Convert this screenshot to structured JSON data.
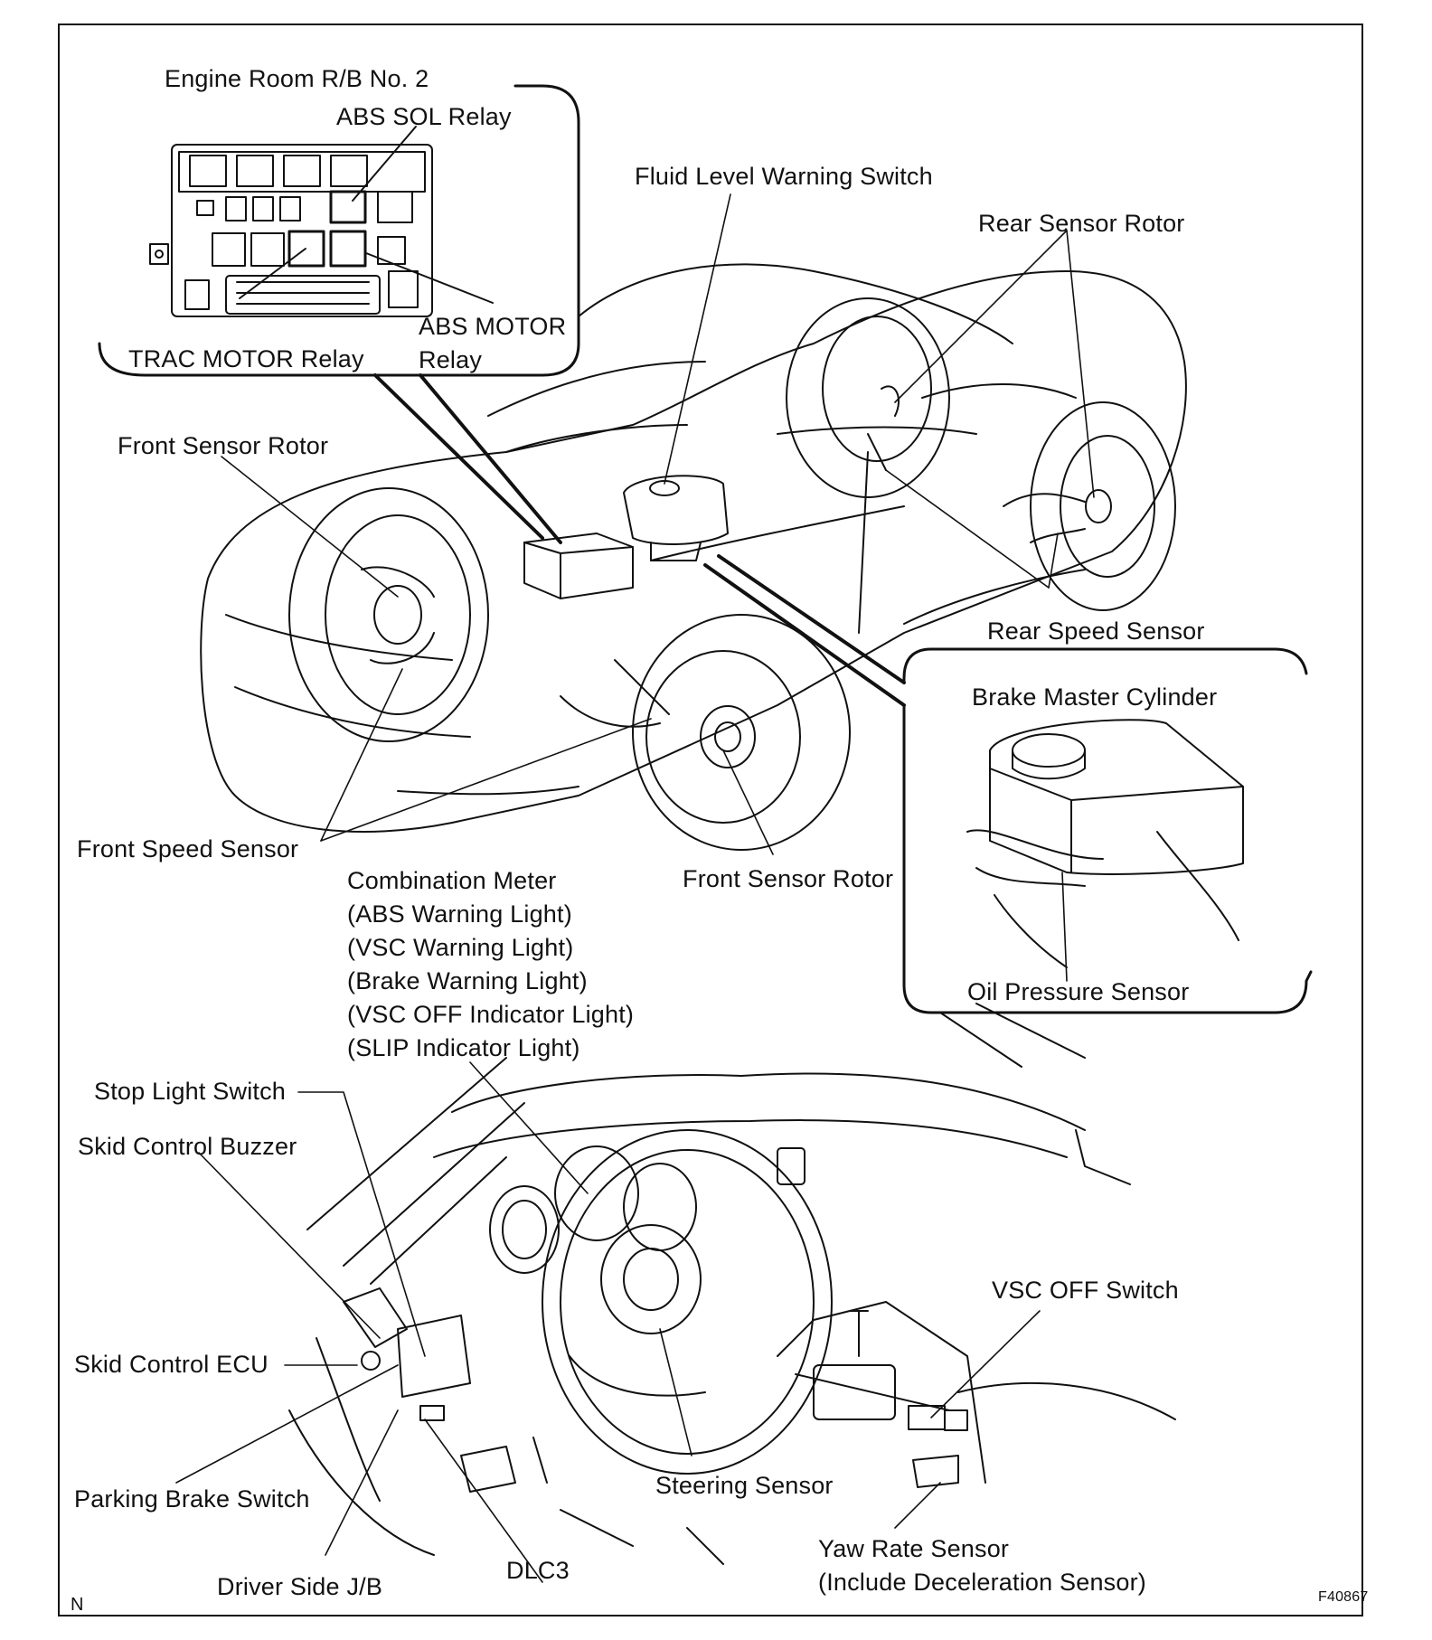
{
  "relay_box": {
    "title": "Engine Room R/B No. 2",
    "abs_sol": "ABS SOL Relay",
    "trac_motor": "TRAC MOTOR Relay",
    "abs_motor_1": "ABS MOTOR",
    "abs_motor_2": "Relay"
  },
  "vehicle": {
    "fluid_level": "Fluid Level Warning Switch",
    "rear_sensor_rotor": "Rear Sensor Rotor",
    "front_sensor_rotor_left": "Front Sensor Rotor",
    "rear_speed_sensor": "Rear Speed Sensor",
    "front_speed_sensor": "Front Speed Sensor",
    "front_sensor_rotor_right": "Front Sensor Rotor"
  },
  "master_cylinder": {
    "title": "Brake Master Cylinder",
    "oil_pressure": "Oil Pressure Sensor"
  },
  "combination_meter": [
    "Combination Meter",
    "(ABS Warning Light)",
    "(VSC Warning Light)",
    "(Brake Warning Light)",
    "(VSC OFF Indicator Light)",
    "(SLIP Indicator Light)"
  ],
  "cabin": {
    "stop_light": "Stop Light Switch",
    "skid_buzzer": "Skid Control Buzzer",
    "skid_ecu": "Skid Control ECU",
    "parking_brake": "Parking Brake Switch",
    "driver_jb": "Driver Side J/B",
    "dlc3": "DLC3",
    "steering_sensor": "Steering Sensor",
    "vsc_off": "VSC OFF Switch",
    "yaw_rate_1": "Yaw Rate Sensor",
    "yaw_rate_2": "(Include Deceleration Sensor)"
  },
  "corner": {
    "left": "N",
    "right": "F40867"
  }
}
